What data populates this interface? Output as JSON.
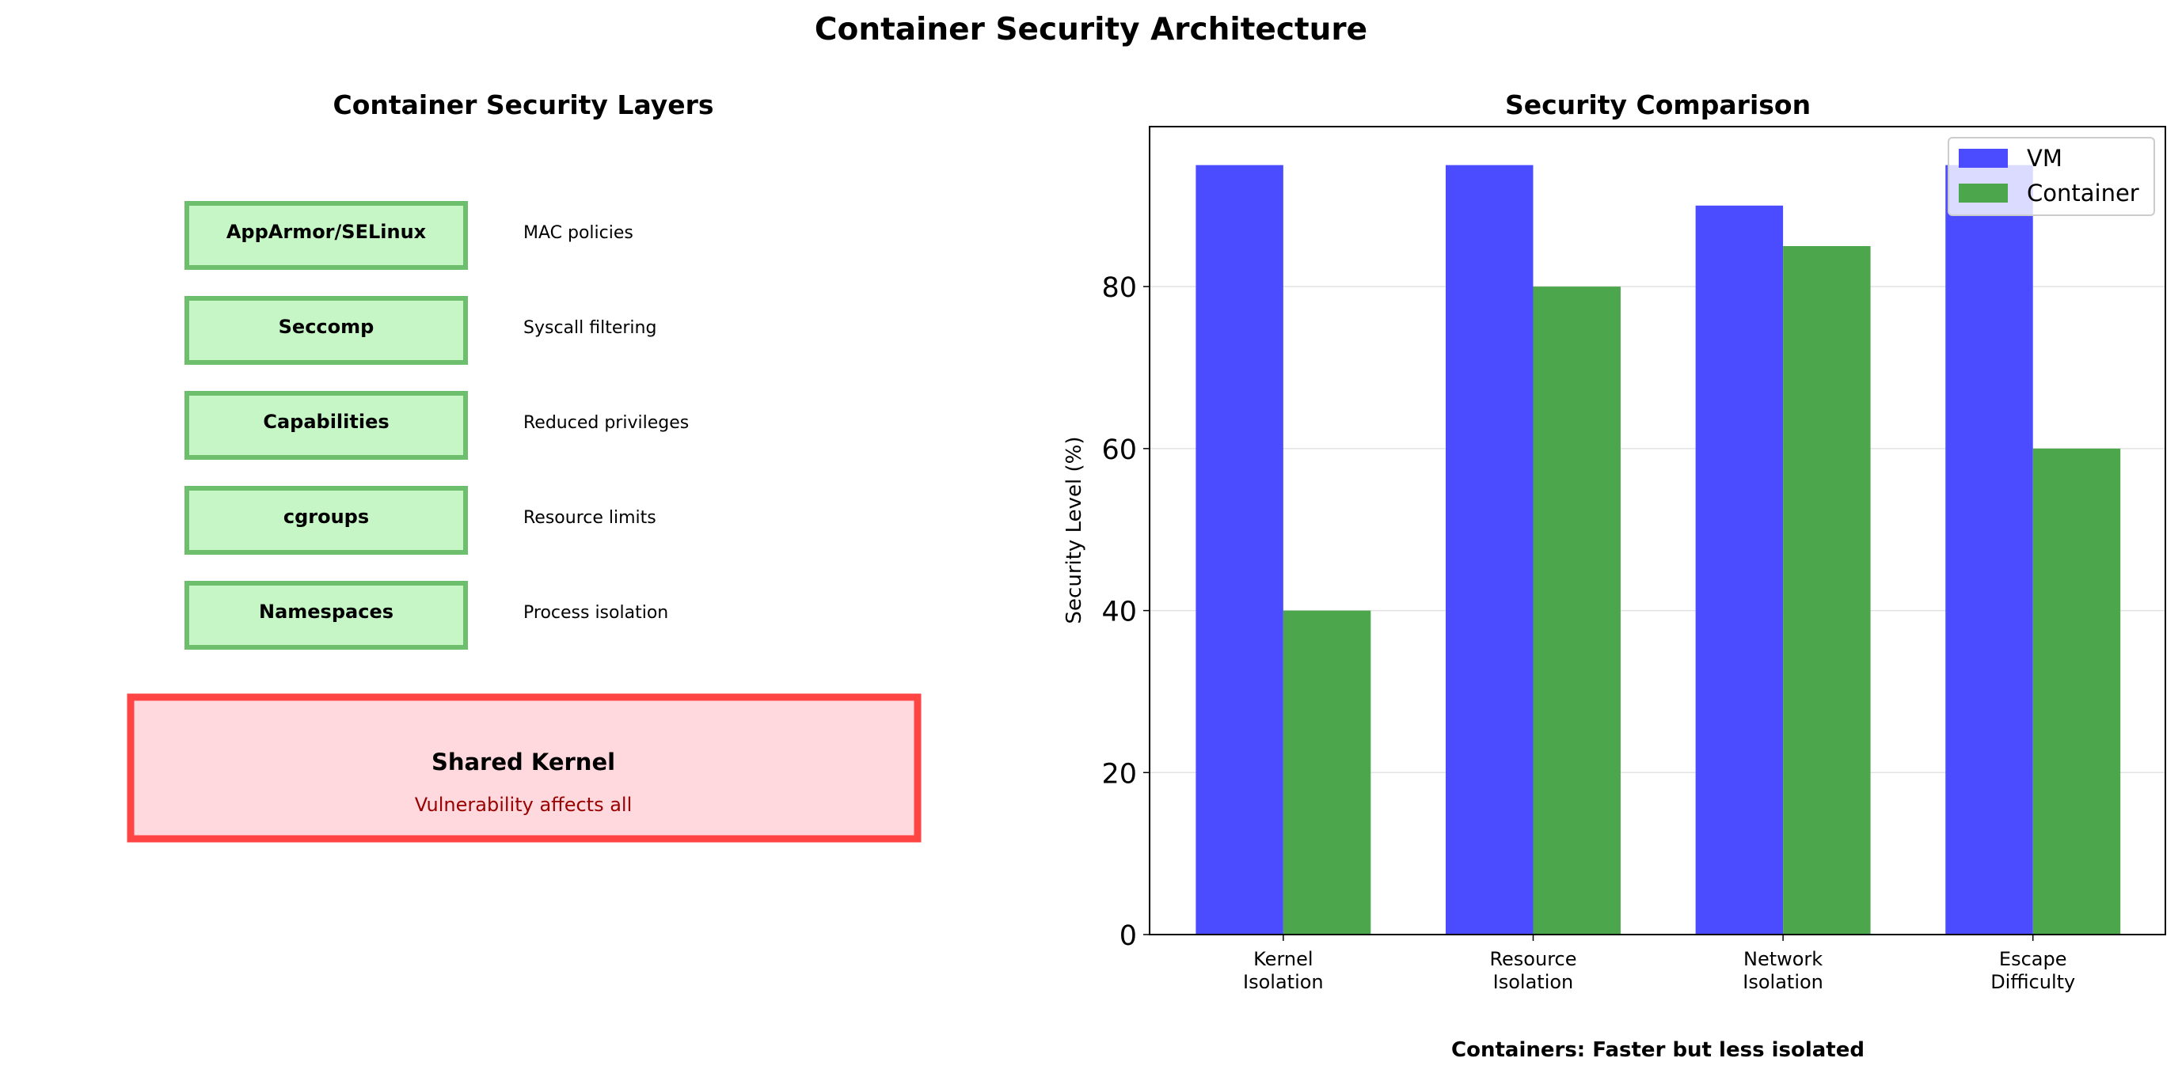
{
  "title": "Container Security Architecture",
  "layers_panel": {
    "title": "Container Security Layers",
    "layers": [
      {
        "name": "AppArmor/SELinux",
        "description": "MAC policies"
      },
      {
        "name": "Seccomp",
        "description": "Syscall filtering"
      },
      {
        "name": "Capabilities",
        "description": "Reduced privileges"
      },
      {
        "name": "cgroups",
        "description": "Resource limits"
      },
      {
        "name": "Namespaces",
        "description": "Process isolation"
      }
    ],
    "kernel": {
      "title": "Shared Kernel",
      "subtitle": "Vulnerability affects all"
    },
    "colors": {
      "layer_fill": "#c6f6c6",
      "layer_border": "#6dbf6d",
      "kernel_fill": "#ffd9de",
      "kernel_border": "#ff4444",
      "kernel_text": "#990000"
    }
  },
  "chart_data": {
    "type": "bar",
    "title": "Security Comparison",
    "xlabel": "Containers: Faster but less isolated",
    "ylabel": "Security Level (%)",
    "categories": [
      "Kernel\nIsolation",
      "Resource\nIsolation",
      "Network\nIsolation",
      "Escape\nDifficulty"
    ],
    "series": [
      {
        "name": "VM",
        "values": [
          95,
          95,
          90,
          95
        ],
        "color": "#4b4bff"
      },
      {
        "name": "Container",
        "values": [
          40,
          80,
          85,
          60
        ],
        "color": "#4ca64c"
      }
    ],
    "ylim": [
      0,
      99.75
    ],
    "yticks": [
      0,
      20,
      40,
      60,
      80
    ],
    "grid": "y",
    "legend": "top-right"
  }
}
